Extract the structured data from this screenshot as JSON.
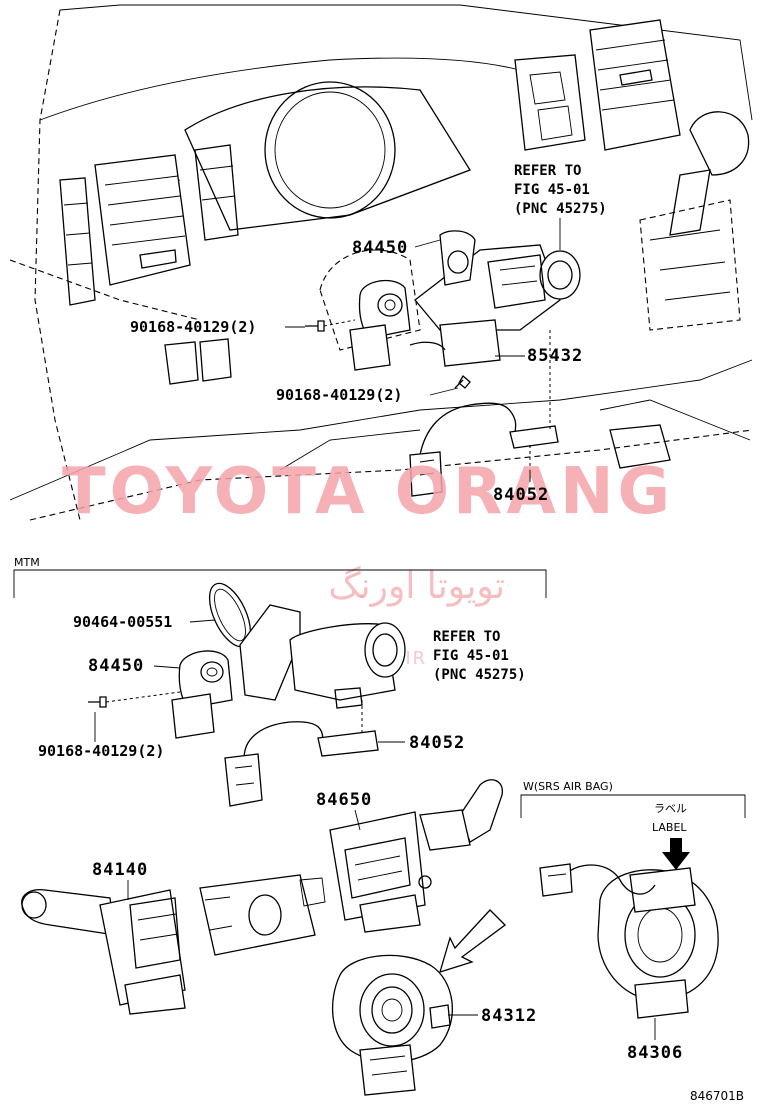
{
  "diagram_id": "846701B",
  "watermark": {
    "latin": "TOYOTA ORANG",
    "persian": "تویوتا اورنگ",
    "url": "TOYOTAORANG.IR"
  },
  "upper_refer": {
    "line1": "REFER TO",
    "line2": "FIG 45-01",
    "line3": "(PNC 45275)"
  },
  "lower_refer": {
    "line1": "REFER TO",
    "line2": "FIG 45-01",
    "line3": "(PNC 45275)"
  },
  "sections": {
    "mtm": "MTM",
    "srs": "W(SRS AIR BAG)",
    "label_jp": "ラベル",
    "label_en": "LABEL"
  },
  "parts": {
    "upper_84450": "84450",
    "upper_bolt_a": "90168-40129(2)",
    "upper_bolt_b": "90168-40129(2)",
    "upper_85432": "85432",
    "upper_84052": "84052",
    "mtm_90464": "90464-00551",
    "mtm_84450": "84450",
    "mtm_bolt": "90168-40129(2)",
    "mtm_84052": "84052",
    "p84650": "84650",
    "p84140": "84140",
    "p84312": "84312",
    "p84306": "84306"
  }
}
